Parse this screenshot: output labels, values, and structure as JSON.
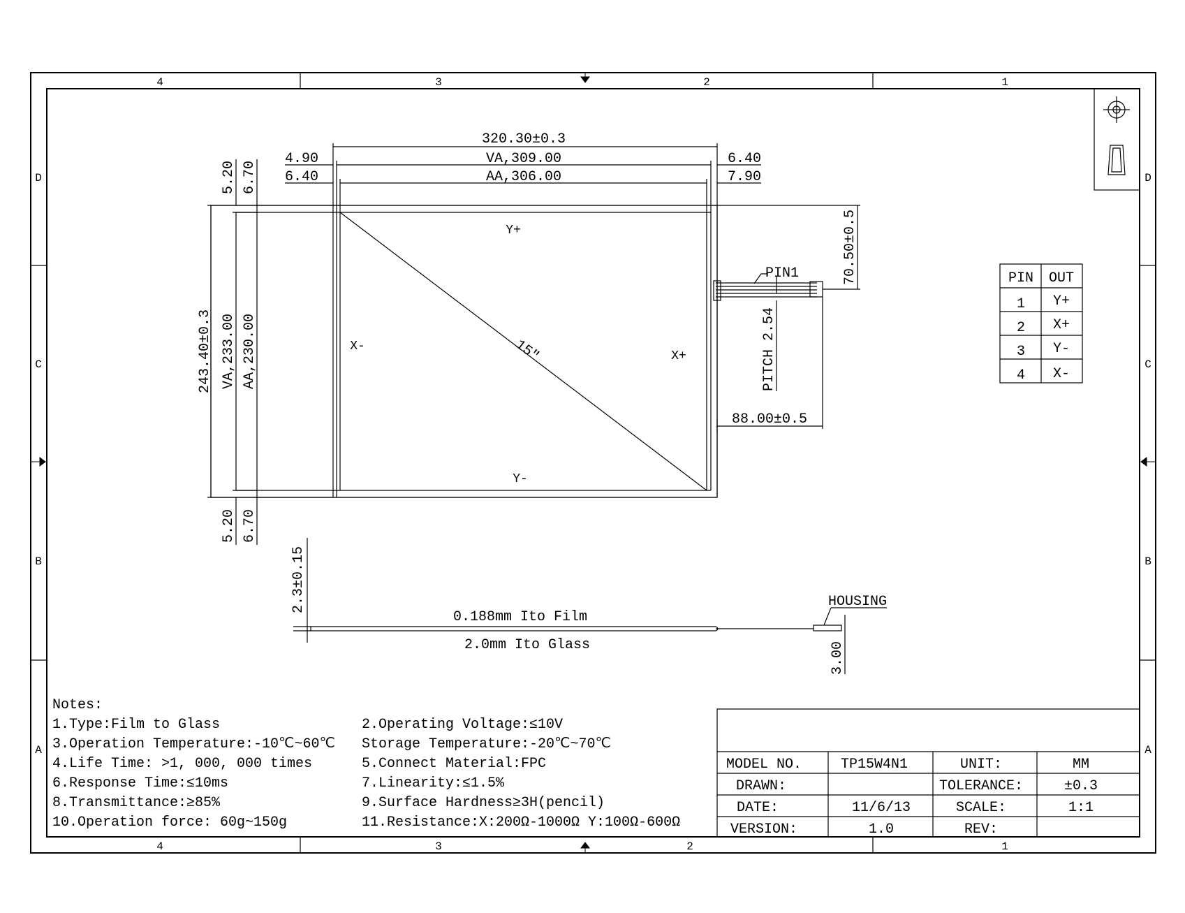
{
  "border": {
    "zones_top": [
      "4",
      "3",
      "2",
      "1"
    ],
    "zones_bottom": [
      "4",
      "3",
      "2",
      "1"
    ],
    "zones_side": [
      "D",
      "C",
      "B",
      "A"
    ]
  },
  "dims": {
    "overall_width": "320.30±0.3",
    "va_width": "VA,309.00",
    "aa_width": "AA,306.00",
    "left_va": "4.90",
    "left_aa": "6.40",
    "right_va": "6.40",
    "right_aa": "7.90",
    "top_va": "5.20",
    "top_aa": "6.70",
    "bottom_va": "5.20",
    "bottom_aa": "6.70",
    "overall_height": "243.40±0.3",
    "va_height": "VA,233.00",
    "aa_height": "AA,230.00",
    "tail_offset": "70.50±0.5",
    "pitch": "PITCH 2.54",
    "tail_length": "88.00±0.5",
    "pin1": "PIN1",
    "diagonal": "15\"",
    "thickness": "2.3±0.15",
    "housing_thickness": "3.00"
  },
  "electrodes": {
    "top": "Y+",
    "bottom": "Y-",
    "left": "X-",
    "right": "X+"
  },
  "side_view": {
    "film": "0.188mm Ito Film",
    "glass": "2.0mm Ito Glass",
    "housing": "HOUSING"
  },
  "pin_table": {
    "headers": [
      "PIN",
      "OUT"
    ],
    "rows": [
      [
        "1",
        "Y+"
      ],
      [
        "2",
        "X+"
      ],
      [
        "3",
        "Y-"
      ],
      [
        "4",
        "X-"
      ]
    ]
  },
  "notes": {
    "title": "Notes:",
    "left": [
      "1.Type:Film to Glass",
      "3.Operation Temperature:-10℃~60℃",
      "4.Life Time: >1, 000, 000 times",
      "6.Response Time:≤10ms",
      "8.Transmittance:≥85%",
      "10.Operation force: 60g~150g"
    ],
    "right": [
      "2.Operating Voltage:≤10V",
      "Storage Temperature:-20℃~70℃",
      "5.Connect Material:FPC",
      "7.Linearity:≤1.5%",
      "9.Surface Hardness≥3H(pencil)",
      "11.Resistance:X:200Ω-1000Ω  Y:100Ω-600Ω"
    ]
  },
  "title_block": {
    "rows": [
      [
        "MODEL NO.",
        "TP15W4N1",
        "UNIT:",
        "MM"
      ],
      [
        "DRAWN:",
        "",
        "TOLERANCE:",
        "±0.3"
      ],
      [
        "DATE:",
        "11/6/13",
        "SCALE:",
        "1:1"
      ],
      [
        "VERSION:",
        "1.0",
        "REV:",
        ""
      ]
    ]
  }
}
